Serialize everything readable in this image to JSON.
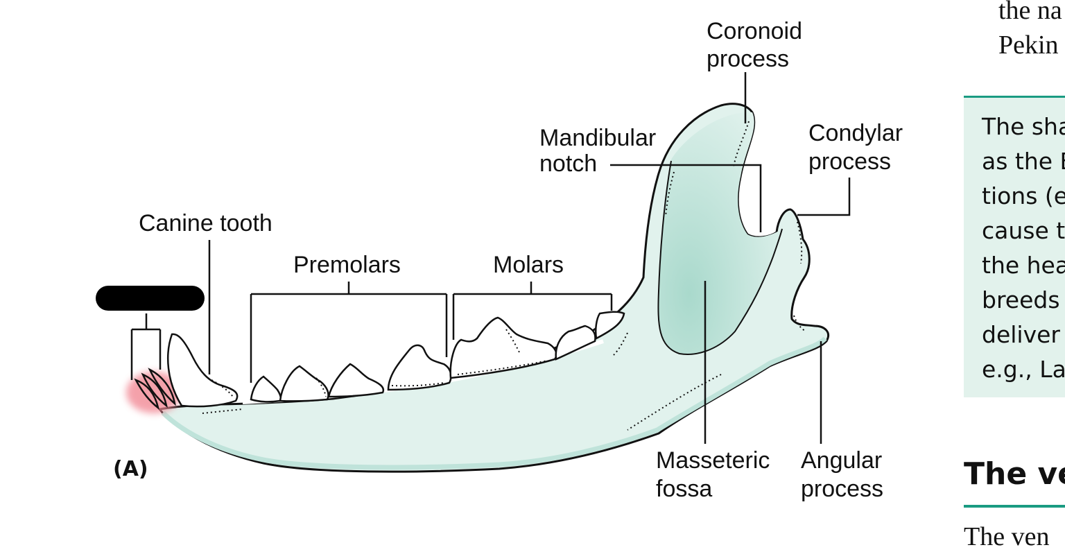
{
  "diagram": {
    "panel_label": "(A)",
    "labels": {
      "canine_tooth": "Canine tooth",
      "premolars": "Premolars",
      "molars": "Molars",
      "coronoid_process": [
        "Coronoid",
        "process"
      ],
      "mandibular_notch": [
        "Mandibular",
        "notch"
      ],
      "condylar_process": [
        "Condylar",
        "process"
      ],
      "masseteric_fossa": [
        "Masseteric",
        "fossa"
      ],
      "angular_process": [
        "Angular",
        "process"
      ]
    },
    "colors": {
      "bone_fill": "#e1f2ed",
      "bone_shadow": "#bfe3da",
      "fossa_fill": "#a9d9cc",
      "incisor_highlight": "#f28a96",
      "outline": "#111111",
      "redaction_bar": "#000000"
    }
  },
  "side_text": {
    "top_lines": [
      "the na",
      "Pekin"
    ],
    "box_lines": [
      "The sha",
      "as the B",
      "tions (e",
      "cause t",
      "the hea",
      "breeds",
      "deliver",
      "e.g., La"
    ],
    "section_title": "The ve",
    "bottom_line": "The ven",
    "accent_color": "#1a9b82",
    "box_color": "#e2f2ec"
  }
}
